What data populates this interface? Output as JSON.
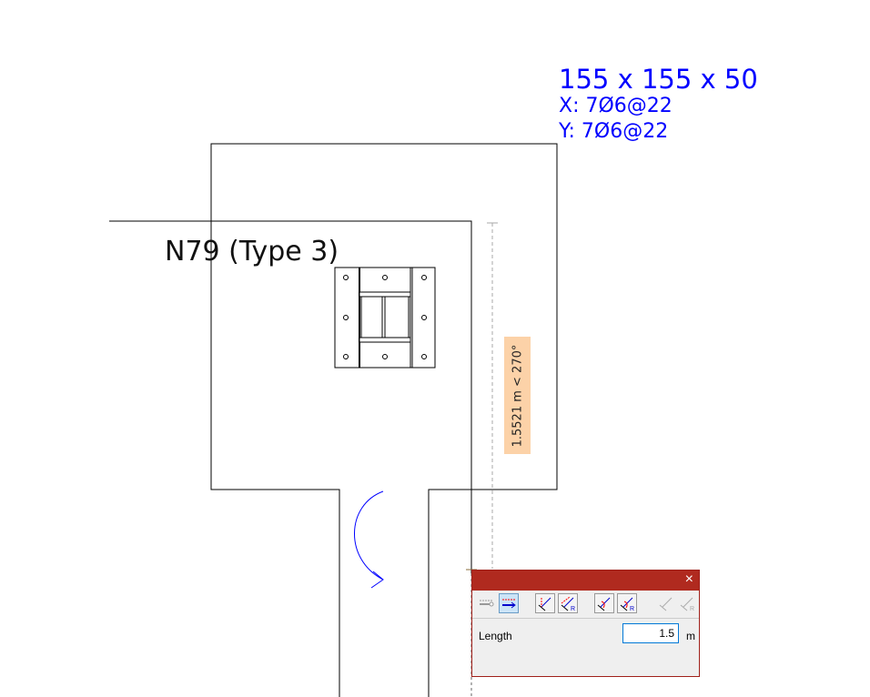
{
  "footing": {
    "dimensions": "155 x 155 x 50",
    "rebar_x": "X: 7Ø6@22",
    "rebar_y": "Y: 7Ø6@22"
  },
  "node_label": "N79 (Type 3)",
  "measurement": "1.5521 m < 270°",
  "dialog": {
    "close_icon": "×",
    "tools": [
      {
        "name": "fixed-length-icon",
        "active": false
      },
      {
        "name": "length-arrow-icon",
        "active": true
      },
      {
        "name": "angle-dimension-icon",
        "active": false
      },
      {
        "name": "angle-dimension-relative-icon",
        "active": false
      },
      {
        "name": "arc-angle-icon",
        "active": false
      },
      {
        "name": "arc-angle-relative-icon",
        "active": false
      },
      {
        "name": "disabled-angle-icon",
        "active": false
      },
      {
        "name": "disabled-angle-relative-icon",
        "active": false
      }
    ],
    "length_label": "Length",
    "length_value": "1.5",
    "length_unit": "m"
  },
  "colors": {
    "annotation": "#0000ff",
    "dialog_title": "#b02a1f",
    "measure_bg": "#fcd2a8"
  }
}
